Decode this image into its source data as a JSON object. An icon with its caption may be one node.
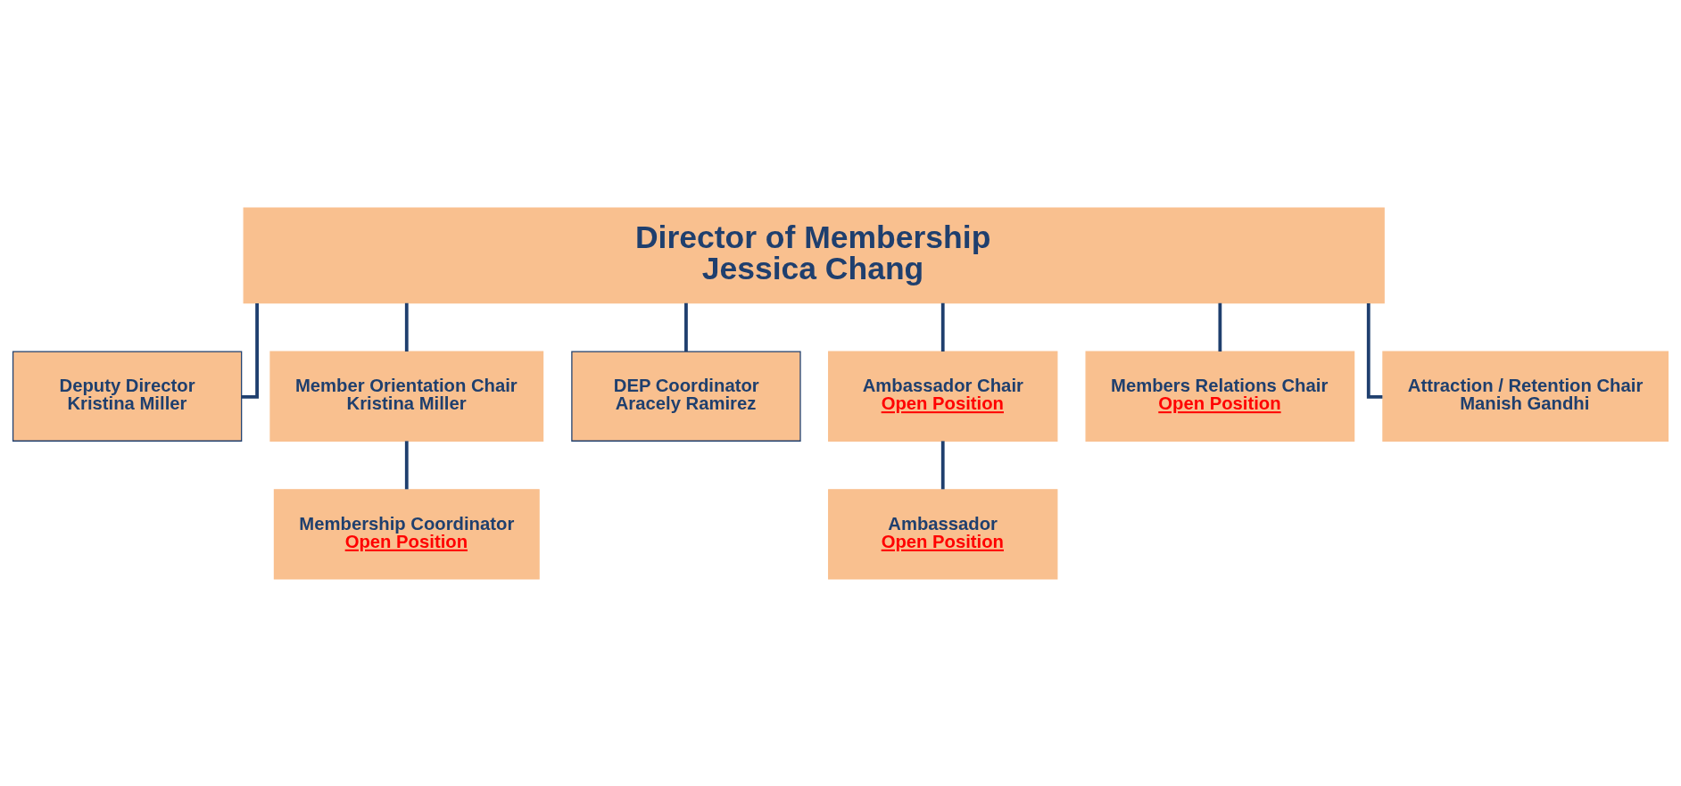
{
  "diagram": {
    "nodes": [
      {
        "text": [
          "Director of Membership",
          "Jessica Chang"
        ]
      },
      {
        "text": [
          "Deputy Director",
          "Kristina Miller"
        ]
      },
      {
        "text": [
          "Member Orientation Chair",
          "Kristina Miller"
        ]
      },
      {
        "text": [
          "DEP Coordinator",
          "Aracely Ramirez"
        ]
      },
      {
        "text": [
          "Ambassador Chair",
          "Open Position"
        ]
      },
      {
        "text": [
          "Members Relations Chair",
          "Open Position"
        ]
      },
      {
        "text": [
          "Attraction / Retention Chair",
          "Manish Gandhi"
        ]
      },
      {
        "text": [
          "Ambassador",
          "Open Position"
        ]
      },
      {
        "text": [
          "Membership Coordinator",
          "Open Position"
        ]
      }
    ],
    "edges": [
      {
        "from": 0,
        "to": 1,
        "arrow": "none"
      },
      {
        "from": 0,
        "to": 2,
        "arrow": "none"
      },
      {
        "from": 0,
        "to": 3,
        "arrow": "none"
      },
      {
        "from": 0,
        "to": 4,
        "arrow": "none"
      },
      {
        "from": 0,
        "to": 5,
        "arrow": "none"
      },
      {
        "from": 0,
        "to": 6,
        "arrow": "none"
      },
      {
        "from": 4,
        "to": 7,
        "arrow": "none"
      },
      {
        "from": 2,
        "to": 8,
        "arrow": "none"
      }
    ]
  }
}
